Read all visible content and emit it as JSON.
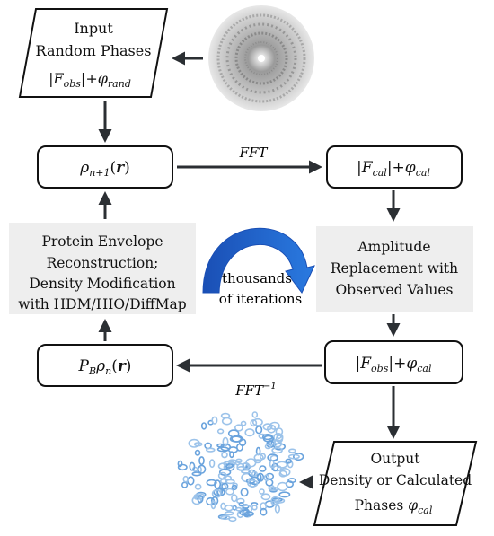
{
  "input_box": {
    "line1": "Input",
    "line2": "Random Phases",
    "line3_math": "|F_obs|+φ_rand"
  },
  "rho_next": {
    "math": "ρ_{n+1}(r)"
  },
  "fcal_box": {
    "math": "|F_cal|+φ_cal"
  },
  "fft_label": "FFT",
  "ifft_label": "FFT^{-1}",
  "amplitude_box": {
    "line1": "Amplitude",
    "line2": "Replacement with",
    "line3": "Observed Values"
  },
  "protein_box": {
    "line1": "Protein Envelope",
    "line2": "Reconstruction;",
    "line3": "Density Modification",
    "line4": "with HDM/HIO/DiffMap"
  },
  "iterations_label": {
    "line1": "thousands",
    "line2": "of iterations"
  },
  "fobs_box": {
    "math": "|F_obs|+φ_cal"
  },
  "pb_box": {
    "math": "P_B ρ_n(r)"
  },
  "output_box": {
    "line1": "Output",
    "line2": "Density or Calculated",
    "line3_math": "Phases φ_cal"
  },
  "colors": {
    "arrow": "#2b2f33",
    "gray_box": "#eeeeee",
    "blue_arrow": "#1f5fc9",
    "density_blue": "#6aa3dd"
  }
}
